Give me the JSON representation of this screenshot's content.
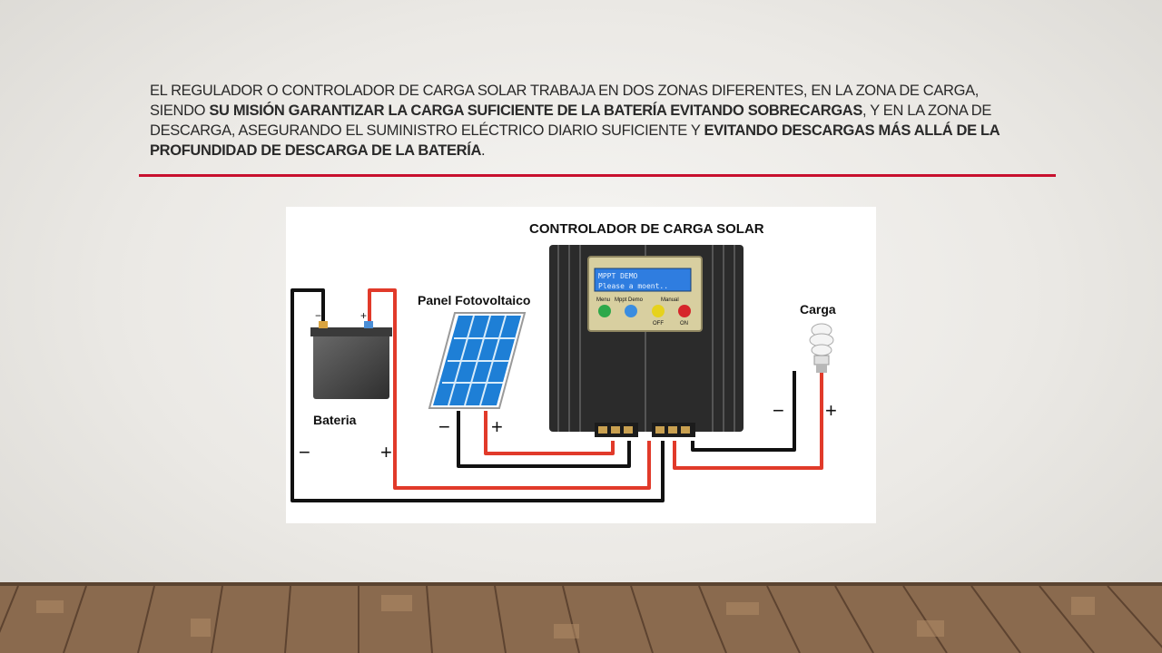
{
  "slide": {
    "title_parts": [
      {
        "text": "El regulador o controlador de carga solar trabaja en dos zonas diferentes, en la zona de carga, siendo ",
        "bold": false
      },
      {
        "text": "su misión garantizar la carga suficiente de la batería evitando sobrecargas",
        "bold": true
      },
      {
        "text": ", y en la zona de descarga, asegurando el suministro eléctrico diario suficiente y ",
        "bold": false
      },
      {
        "text": "evitando descargas más allá de la profundidad de descarga de la batería",
        "bold": true
      },
      {
        "text": ".",
        "bold": false
      }
    ]
  },
  "diagram": {
    "heading": "CONTROLADOR DE CARGA SOLAR",
    "panel_label": "Panel Fotovoltaico",
    "battery_label": "Bateria",
    "load_label": "Carga",
    "lcd_line1": "MPPT DEMO",
    "lcd_line2": "Please a moent..",
    "btn_menu": "Menu",
    "btn_mppt": "Mppt Demo",
    "btn_manual": "Manual",
    "btn_off": "OFF",
    "btn_on": "ON",
    "minus": "−",
    "plus": "+",
    "colors": {
      "positive_wire": "#e13a2a",
      "negative_wire": "#111111",
      "panel_blue": "#1e7fd6",
      "accent_rule": "#c8102e"
    }
  }
}
